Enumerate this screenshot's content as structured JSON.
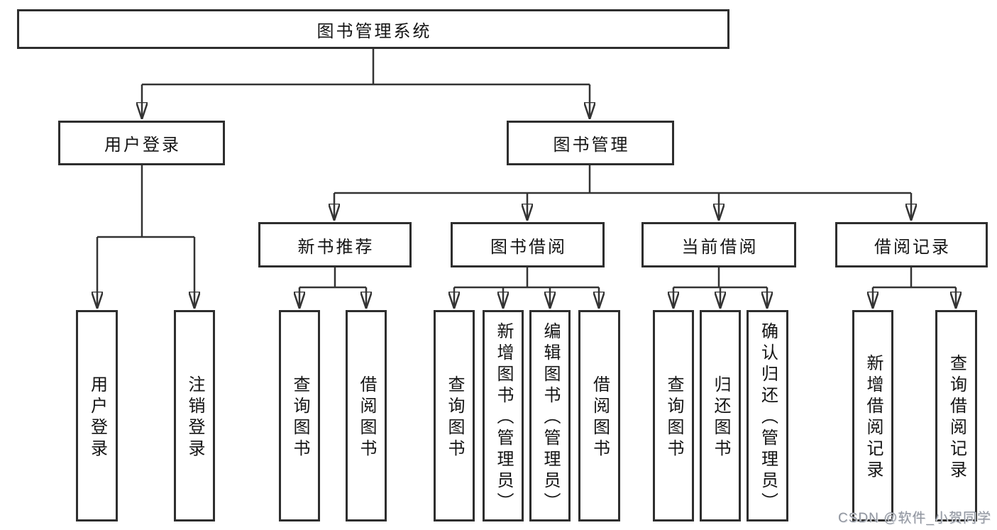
{
  "tree": {
    "label": "图书管理系统",
    "children": [
      {
        "label": "用户登录",
        "children": [
          {
            "label": "用户登录"
          },
          {
            "label": "注销登录"
          }
        ]
      },
      {
        "label": "图书管理",
        "children": [
          {
            "label": "新书推荐",
            "children": [
              {
                "label": "查询图书"
              },
              {
                "label": "借阅图书"
              }
            ]
          },
          {
            "label": "图书借阅",
            "children": [
              {
                "label": "查询图书"
              },
              {
                "label": "新增图书（管理员）"
              },
              {
                "label": "编辑图书（管理员）"
              },
              {
                "label": "借阅图书"
              }
            ]
          },
          {
            "label": "当前借阅",
            "children": [
              {
                "label": "查询图书"
              },
              {
                "label": "归还图书"
              },
              {
                "label": "确认归还（管理员）"
              }
            ]
          },
          {
            "label": "借阅记录",
            "children": [
              {
                "label": "新增借阅记录"
              },
              {
                "label": "查询借阅记录"
              }
            ]
          }
        ]
      }
    ]
  },
  "watermark": {
    "text": "CSDN @软件_小贺同学"
  },
  "colors": {
    "line": "#333333",
    "border": "#2e2e2e",
    "text": "#141414",
    "background": "#ffffff",
    "watermark": "#9196a0"
  }
}
